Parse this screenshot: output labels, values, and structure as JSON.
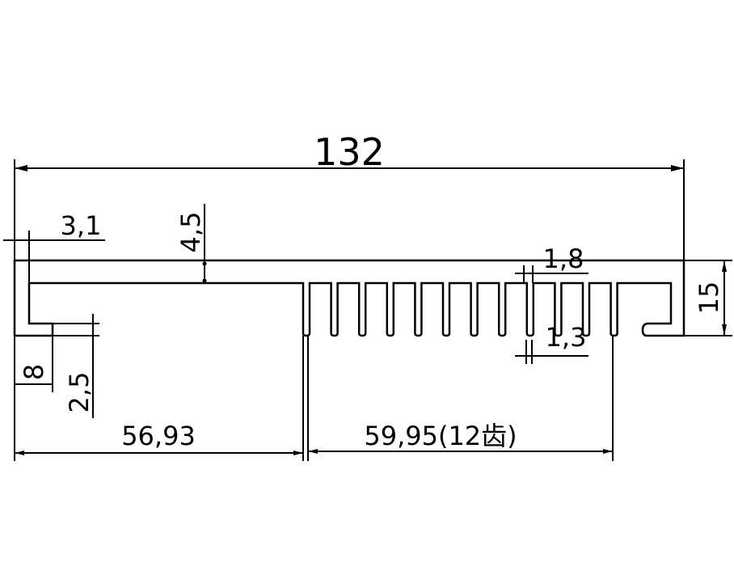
{
  "drawing": {
    "title": "Heat sink profile cross-section",
    "dimensions": {
      "overall_width": "132",
      "wall_thickness": "3,1",
      "base_thickness": "4,5",
      "fin_pitch": "1,8",
      "fin_thickness": "1,3",
      "height": "15",
      "lip_width": "8",
      "lip_thickness": "2,5",
      "left_span": "56,93",
      "fin_span": "59,95(12齿)"
    },
    "fin_count": 12,
    "line_color": "#000000",
    "background": "#ffffff"
  }
}
